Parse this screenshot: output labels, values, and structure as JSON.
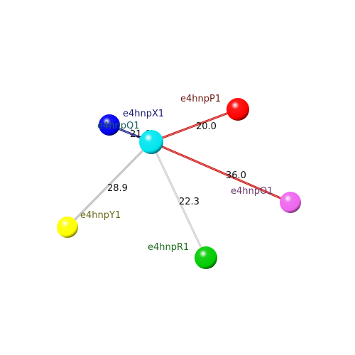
{
  "center": {
    "color": "#00e5ef"
  },
  "atoms": [
    {
      "id": "p1",
      "label": "e4hnpP1",
      "label_color": "#6b1a14",
      "sphere_color": "#ff0000",
      "bond_color": "#cc1111",
      "distance": "20.0"
    },
    {
      "id": "x1",
      "label": "e4hnpX1",
      "label_color": "#1a1a6b",
      "sphere_color": "#0000ee",
      "bond_color": "#1a1a8a",
      "distance": "21.6"
    },
    {
      "id": "q1",
      "label": "e4hnpQ1",
      "label_color": "#1f6060",
      "sphere_color": "#0000ee",
      "bond_color": "#1a1a8a",
      "distance": ""
    },
    {
      "id": "o1",
      "label": "e4hnpO1",
      "label_color": "#6b3a6b",
      "sphere_color": "#ee66ee",
      "bond_color": "#cc1111",
      "distance": "36.0"
    },
    {
      "id": "y1",
      "label": "e4hnpY1",
      "label_color": "#6b6b1a",
      "sphere_color": "#ffff00",
      "bond_color": "#b8b8b8",
      "distance": "28.9"
    },
    {
      "id": "r1",
      "label": "e4hnpR1",
      "label_color": "#1f6b1f",
      "sphere_color": "#00cc00",
      "bond_color": "#d0d0d0",
      "distance": "22.3"
    }
  ]
}
